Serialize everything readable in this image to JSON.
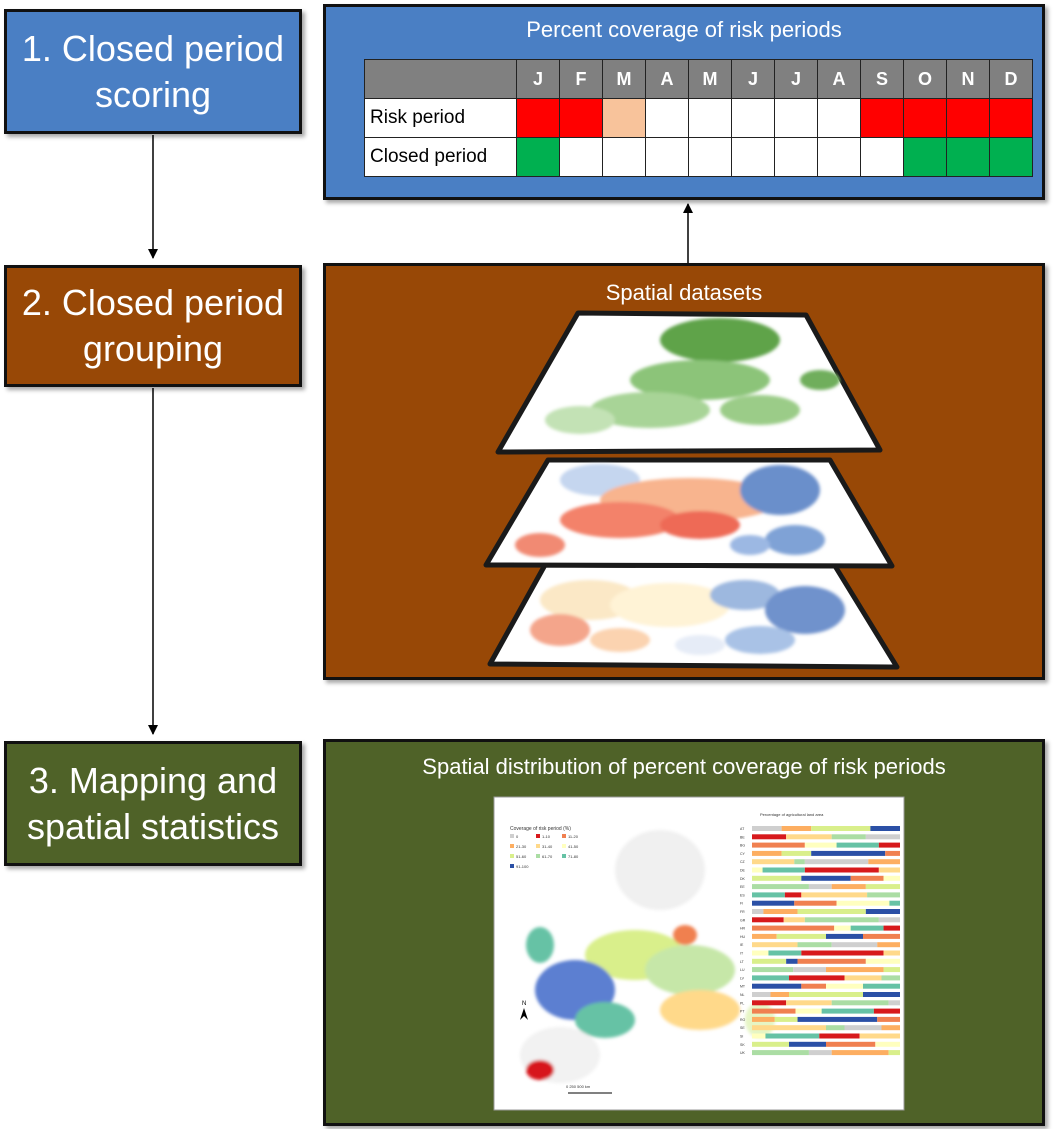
{
  "steps": [
    {
      "label": "1. Closed period\nscoring",
      "color": "#4a7fc4"
    },
    {
      "label": "2. Closed period\ngrouping",
      "color": "#984806"
    },
    {
      "label": "3. Mapping and\nspatial statistics",
      "color": "#4f6228"
    }
  ],
  "panel1": {
    "title": "Percent coverage of risk periods",
    "months": [
      "J",
      "F",
      "M",
      "A",
      "M",
      "J",
      "J",
      "A",
      "S",
      "O",
      "N",
      "D"
    ],
    "rows": [
      {
        "label": "Risk period",
        "cells": [
          "red",
          "red",
          "peach",
          "",
          "",
          "",
          "",
          "",
          "red",
          "red",
          "red",
          "red"
        ]
      },
      {
        "label": "Closed period",
        "cells": [
          "green",
          "",
          "",
          "",
          "",
          "",
          "",
          "",
          "",
          "green",
          "green",
          "green"
        ]
      }
    ],
    "cell_colors": {
      "red": "#ff0000",
      "peach": "#f8c39b",
      "green": "#00b050",
      "": "#ffffff"
    }
  },
  "panel2": {
    "title": "Spatial datasets"
  },
  "panel3": {
    "title": "Spatial distribution of percent coverage of risk periods",
    "legend_title": "Coverage of risk period (%)",
    "legend": [
      "0",
      "1-10",
      "11-20",
      "21-30",
      "31-40",
      "41-50",
      "51-60",
      "61-70",
      "71-80",
      "91-100"
    ],
    "legend_colors": [
      "#cfcfcf",
      "#d7191c",
      "#f08050",
      "#fdae61",
      "#ffd98a",
      "#ffffbf",
      "#d9ef8b",
      "#abdda4",
      "#66c2a5",
      "#2b50a6"
    ],
    "bar_chart_title": "Percentage of agricultural land area",
    "bar_countries": [
      "AT",
      "BE",
      "BG",
      "CY",
      "CZ",
      "DE",
      "DK",
      "EE",
      "ES",
      "FI",
      "FR",
      "GR",
      "HR",
      "HU",
      "IE",
      "IT",
      "LT",
      "LU",
      "LV",
      "MT",
      "NL",
      "PL",
      "PT",
      "RO",
      "SE",
      "SI",
      "SK",
      "UK"
    ],
    "scale_text": "0   250   500 km",
    "north_label": "N"
  }
}
